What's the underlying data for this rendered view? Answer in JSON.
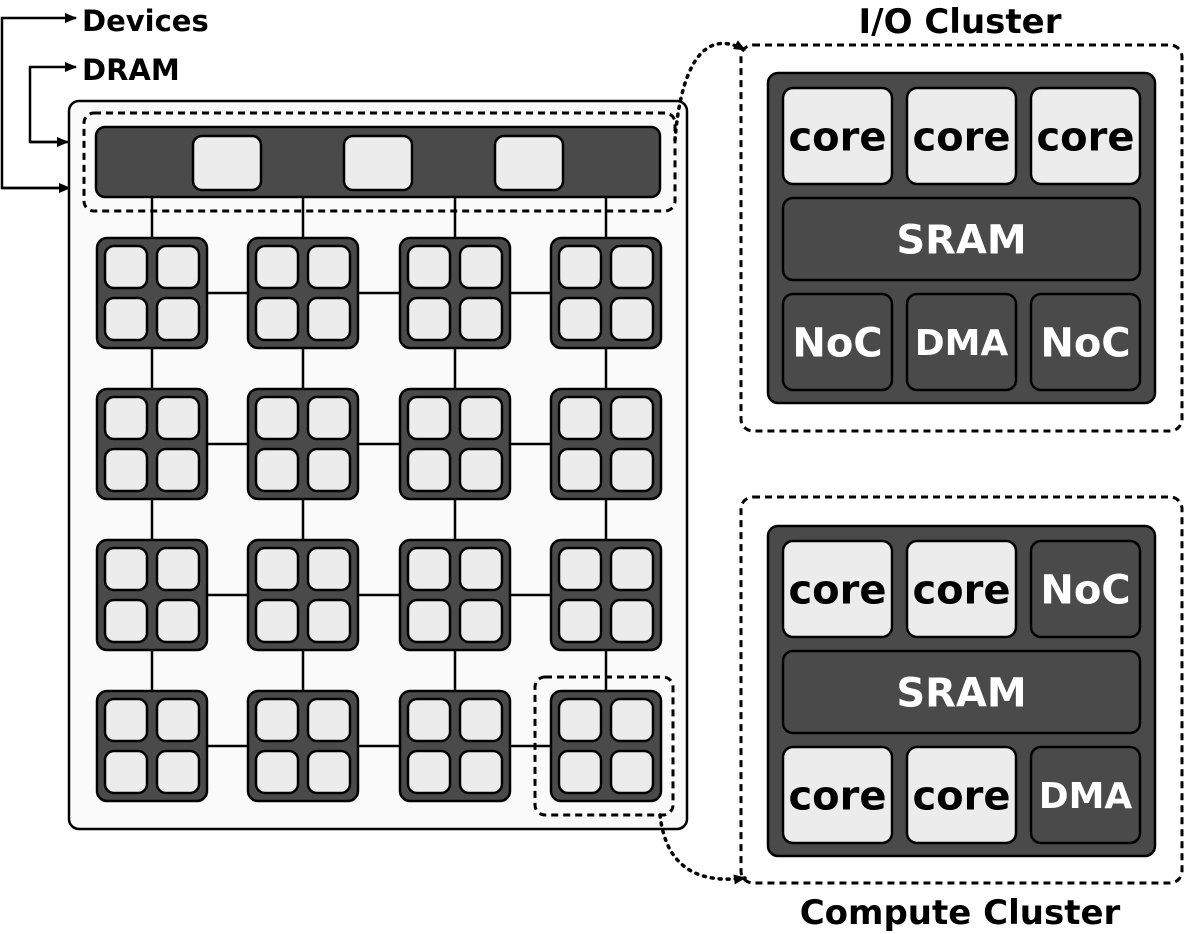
{
  "labels": {
    "devices": "Devices",
    "dram": "DRAM",
    "io_cluster_title": "I/O Cluster",
    "compute_cluster_title": "Compute Cluster"
  },
  "mesh": {
    "rows": 4,
    "cols": 4,
    "cores_per_tile": 4,
    "io_units": 3
  },
  "io_cluster": {
    "row1": [
      "core",
      "core",
      "core"
    ],
    "middle": "SRAM",
    "row3": [
      "NoC",
      "DMA",
      "NoC"
    ]
  },
  "compute_cluster": {
    "row1": [
      "core",
      "core",
      "NoC"
    ],
    "middle": "SRAM",
    "row3": [
      "core",
      "core",
      "DMA"
    ]
  },
  "colors": {
    "dark": "#4a4a4a",
    "light": "#ececec",
    "stroke": "#000000",
    "panel": "#fafafa"
  }
}
